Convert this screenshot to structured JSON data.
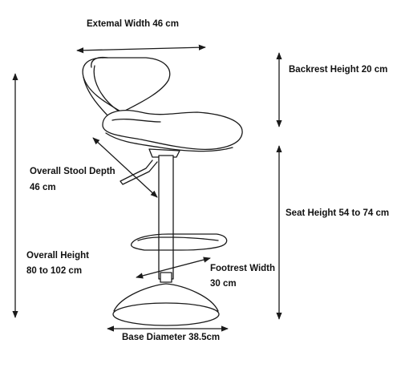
{
  "labels": {
    "external_width": "Extemal Width 46 cm",
    "backrest_height": "Backrest Height 20 cm",
    "stool_depth_line1": "Overall Stool Depth",
    "stool_depth_line2": "46 cm",
    "seat_height": "Seat Height 54 to 74 cm",
    "overall_height_line1": "Overall Height",
    "overall_height_line2": "80 to 102 cm",
    "footrest_width_line1": "Footrest Width",
    "footrest_width_line2": "30 cm",
    "base_diameter": "Base Diameter 38.5cm"
  },
  "colors": {
    "line": "#1a1a1a",
    "background": "#ffffff"
  }
}
